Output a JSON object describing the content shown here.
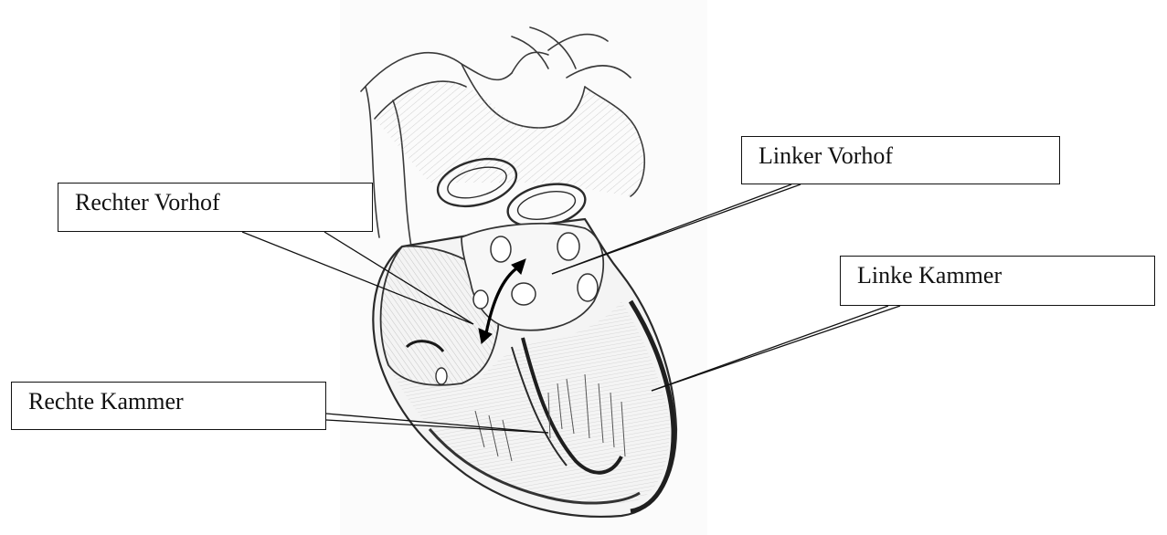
{
  "labels": {
    "linker_vorhof": "Linker Vorhof",
    "rechter_vorhof": "Rechter Vorhof",
    "linke_kammer": "Linke Kammer",
    "rechte_kammer": "Rechte Kammer"
  },
  "colors": {
    "ink": "#111111",
    "pencil": "#3a3a3a",
    "shade": "#8a8a8a",
    "paper": "#fbfbfb"
  }
}
